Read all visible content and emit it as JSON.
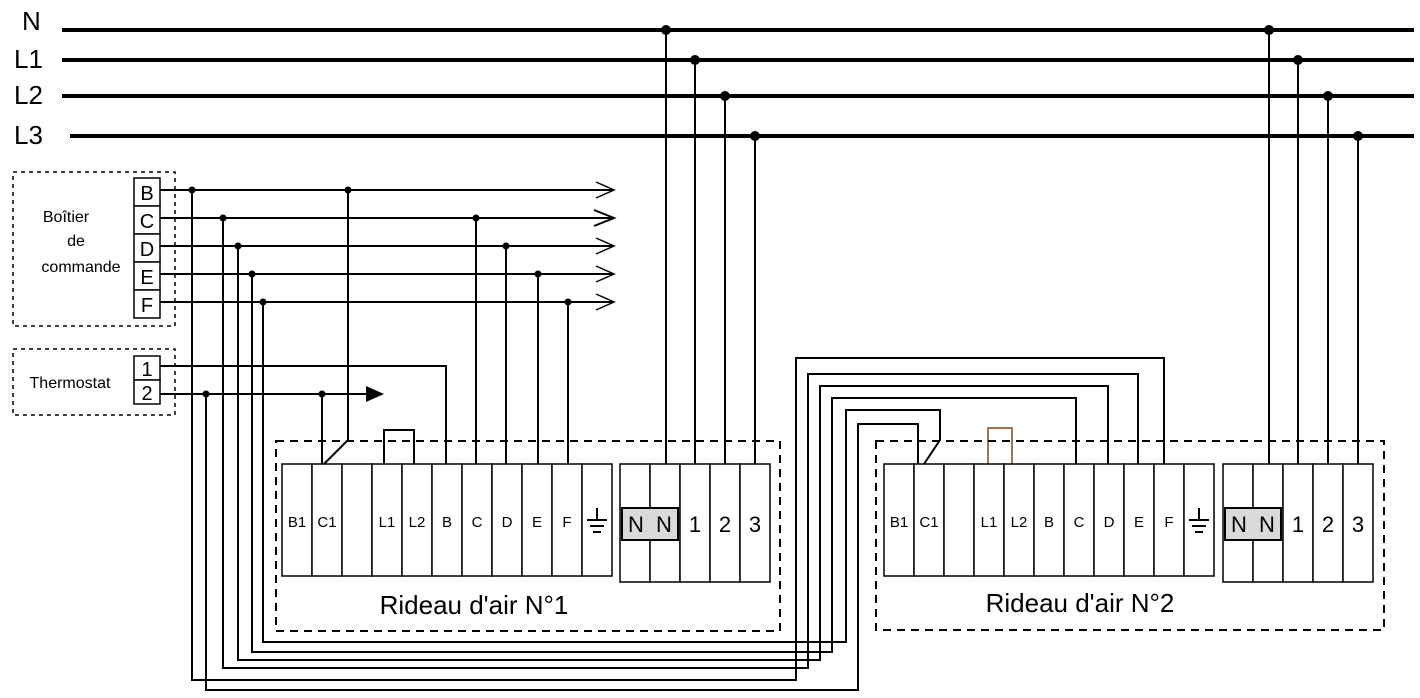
{
  "bus_labels": [
    "N",
    "L1",
    "L2",
    "L3"
  ],
  "control_box": {
    "title_lines": [
      "Boîtier",
      "de",
      "commande"
    ],
    "terminals": [
      "B",
      "C",
      "D",
      "E",
      "F"
    ]
  },
  "thermostat": {
    "title": "Thermostat",
    "terminals": [
      "1",
      "2"
    ]
  },
  "unit_terminals": [
    "B1",
    "C1",
    "",
    "L1",
    "L2",
    "B",
    "C",
    "D",
    "E",
    "F"
  ],
  "power_terminals": [
    "N",
    "N",
    "1",
    "2",
    "3"
  ],
  "units": [
    {
      "caption": "Rideau d'air N°1"
    },
    {
      "caption": "Rideau d'air N°2"
    }
  ],
  "colors": {
    "wire": "#000000",
    "bridge_unit2": "#8b4513",
    "neutral_fill": "#d9d9d9"
  }
}
